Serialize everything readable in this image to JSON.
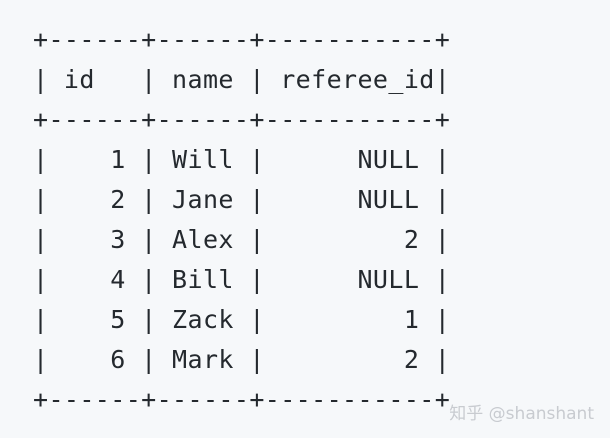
{
  "table_text": {
    "border_top": "+------+------+-----------+",
    "header_row": "| id   | name | referee_id|",
    "border_mid": "+------+------+-----------+",
    "rows": [
      "|    1 | Will |      NULL |",
      "|    2 | Jane |      NULL |",
      "|    3 | Alex |         2 |",
      "|    4 | Bill |      NULL |",
      "|    5 | Zack |         1 |",
      "|    6 | Mark |         2 |"
    ],
    "border_bottom": "+------+------+-----------+"
  },
  "watermark": "知乎 @shanshant"
}
